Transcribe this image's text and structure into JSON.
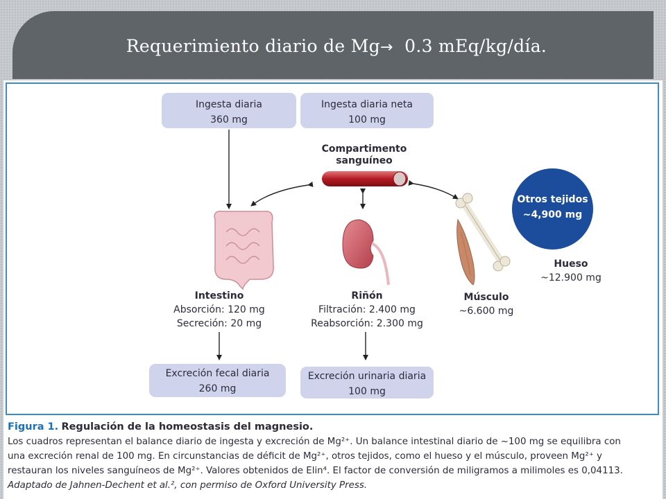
{
  "slide": {
    "title_prefix": "Requerimiento diario de Mg",
    "title_arrow": "→",
    "title_suffix": "0.3 mEq/kg/día."
  },
  "diagram": {
    "intake": {
      "line1": "Ingesta diaria",
      "line2": "360 mg"
    },
    "net_intake": {
      "line1": "Ingesta diaria neta",
      "line2": "100 mg"
    },
    "blood": {
      "line1": "Compartimento",
      "line2": "sanguíneo"
    },
    "other_tissues": {
      "line1": "Otros tejidos",
      "line2": "~4,900 mg"
    },
    "bone": {
      "title": "Hueso",
      "value": "~12.900 mg"
    },
    "muscle": {
      "title": "Músculo",
      "value": "~6.600 mg"
    },
    "intestine": {
      "title": "Intestino",
      "line1": "Absorción: 120 mg",
      "line2": "Secreción: 20 mg"
    },
    "kidney": {
      "title": "Riñón",
      "line1": "Filtración: 2.400 mg",
      "line2": "Reabsorción: 2.300 mg"
    },
    "fecal": {
      "line1": "Excreción fecal diaria",
      "line2": "260 mg"
    },
    "urinary": {
      "line1": "Excreción urinaria diaria",
      "line2": "100 mg"
    }
  },
  "caption": {
    "label": "Figura 1.",
    "heading": "Regulación de la homeostasis del magnesio.",
    "line1": "Los cuadros representan el balance diario de ingesta y excreción de Mg²⁺. Un balance intestinal diario de ~100 mg se equilibra con",
    "line2": "una excreción renal de 100 mg. En circunstancias de déficit de Mg²⁺, otros tejidos, como el hueso y el músculo, proveen Mg²⁺ y",
    "line3": "restauran los niveles sanguíneos de Mg²⁺. Valores obtenidos de Elin⁴. El factor de conversión de miligramos a milimoles es 0,04113.",
    "line4": "Adaptado de Jahnen-Dechent et al.², con permiso de Oxford University Press."
  },
  "colors": {
    "box": "#cfd3ec",
    "circle": "#1c4d9c",
    "frame": "#3a8ccb",
    "title_bar": "#5f6468",
    "caption_label": "#1f6fb5"
  }
}
